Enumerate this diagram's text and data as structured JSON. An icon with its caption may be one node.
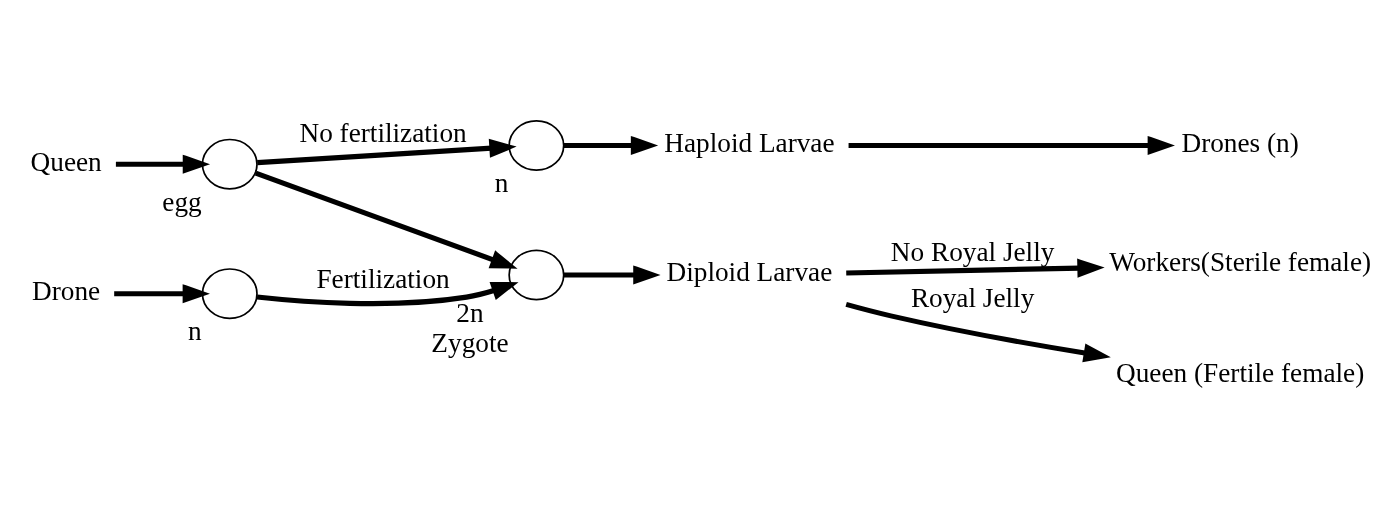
{
  "diagram": {
    "nodes": [
      {
        "text": [
          "Queen"
        ]
      },
      {
        "text": [],
        "shape": "circle",
        "beside": [
          "egg"
        ]
      },
      {
        "text": [],
        "shape": "circle",
        "beside": [
          "n"
        ]
      },
      {
        "text": [
          "Haploid Larvae"
        ]
      },
      {
        "text": [
          "Drones (n)"
        ]
      },
      {
        "text": [],
        "shape": "circle",
        "beside": [
          "2n",
          "Zygote"
        ]
      },
      {
        "text": [
          "Diploid Larvae"
        ]
      },
      {
        "text": [
          "Workers(Sterile female)"
        ]
      },
      {
        "text": [
          "Queen (Fertile female)"
        ]
      },
      {
        "text": [
          "Drone"
        ]
      },
      {
        "text": [],
        "shape": "circle",
        "beside": [
          "n"
        ]
      }
    ],
    "edges": [
      {
        "from": 0,
        "to": 1,
        "arrow": "to"
      },
      {
        "from": 1,
        "to": 2,
        "arrow": "to",
        "label": "No fertilization"
      },
      {
        "from": 1,
        "to": 5,
        "arrow": "to"
      },
      {
        "from": 2,
        "to": 3,
        "arrow": "to"
      },
      {
        "from": 3,
        "to": 4,
        "arrow": "to"
      },
      {
        "from": 5,
        "to": 6,
        "arrow": "to"
      },
      {
        "from": 6,
        "to": 7,
        "arrow": "to",
        "label": "No Royal Jelly"
      },
      {
        "from": 6,
        "to": 8,
        "arrow": "to",
        "label": "Royal Jelly"
      },
      {
        "from": 9,
        "to": 10,
        "arrow": "to"
      },
      {
        "from": 10,
        "to": 5,
        "arrow": "to",
        "label": "Fertilization"
      }
    ]
  }
}
